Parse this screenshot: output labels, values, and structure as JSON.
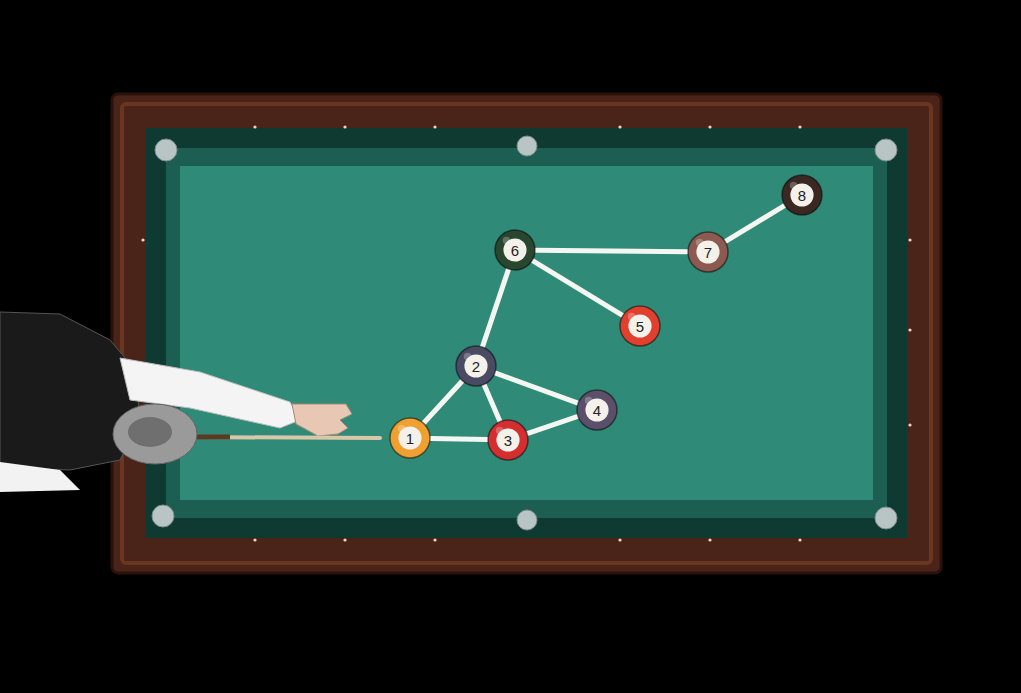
{
  "diagram": {
    "nodes": [
      {
        "text": [
          "1"
        ]
      },
      {
        "text": [
          "2"
        ]
      },
      {
        "text": [
          "3"
        ]
      },
      {
        "text": [
          "4"
        ]
      },
      {
        "text": [
          "5"
        ]
      },
      {
        "text": [
          "6"
        ]
      },
      {
        "text": [
          "7"
        ]
      },
      {
        "text": [
          "8"
        ]
      }
    ],
    "edges": [
      {
        "from": 0,
        "to": 1,
        "arrow": "none"
      },
      {
        "from": 0,
        "to": 2,
        "arrow": "none"
      },
      {
        "from": 1,
        "to": 2,
        "arrow": "none"
      },
      {
        "from": 1,
        "to": 3,
        "arrow": "none"
      },
      {
        "from": 2,
        "to": 3,
        "arrow": "none"
      },
      {
        "from": 1,
        "to": 5,
        "arrow": "none"
      },
      {
        "from": 5,
        "to": 4,
        "arrow": "none"
      },
      {
        "from": 5,
        "to": 6,
        "arrow": "none"
      },
      {
        "from": 6,
        "to": 7,
        "arrow": "none"
      }
    ]
  }
}
